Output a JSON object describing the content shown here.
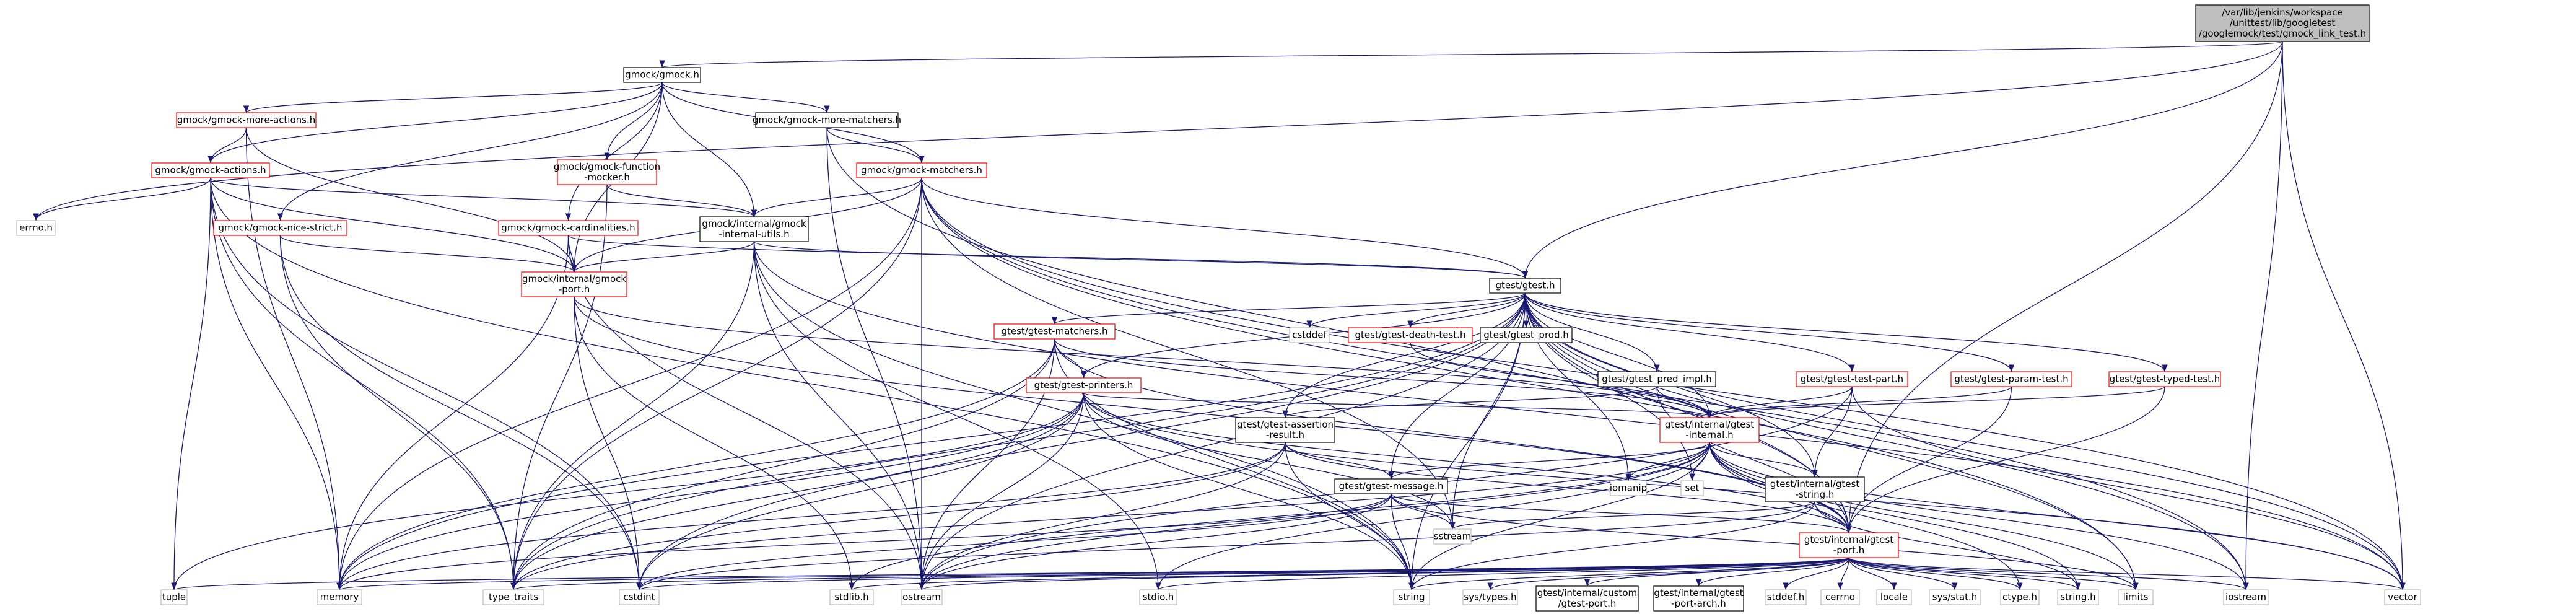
{
  "graph": {
    "colors": {
      "edge": "#191970",
      "node_border_default": "#000000",
      "node_border_red": "#ff0000",
      "root_fill": "#bfbfbf",
      "node_fill": "#ffffff"
    },
    "nodes": [
      {
        "id": "root",
        "lines": [
          "/var/lib/jenkins/workspace",
          "/unittest/lib/googletest",
          "/googlemock/test/gmock_link_test.h"
        ],
        "border": "root"
      },
      {
        "id": "gmock",
        "lines": [
          "gmock/gmock.h"
        ],
        "border": "black"
      },
      {
        "id": "more_actions",
        "lines": [
          "gmock/gmock-more-actions.h"
        ],
        "border": "red"
      },
      {
        "id": "more_matchers",
        "lines": [
          "gmock/gmock-more-matchers.h"
        ],
        "border": "black"
      },
      {
        "id": "actions",
        "lines": [
          "gmock/gmock-actions.h"
        ],
        "border": "red"
      },
      {
        "id": "func_mocker",
        "lines": [
          "gmock/gmock-function",
          "-mocker.h"
        ],
        "border": "red"
      },
      {
        "id": "matchers",
        "lines": [
          "gmock/gmock-matchers.h"
        ],
        "border": "red"
      },
      {
        "id": "nice_strict",
        "lines": [
          "gmock/gmock-nice-strict.h"
        ],
        "border": "red"
      },
      {
        "id": "cardinalities",
        "lines": [
          "gmock/gmock-cardinalities.h"
        ],
        "border": "red"
      },
      {
        "id": "internal_utils",
        "lines": [
          "gmock/internal/gmock",
          "-internal-utils.h"
        ],
        "border": "black"
      },
      {
        "id": "errno",
        "lines": [
          "errno.h"
        ],
        "border": "grey"
      },
      {
        "id": "gmock_port",
        "lines": [
          "gmock/internal/gmock",
          "-port.h"
        ],
        "border": "red"
      },
      {
        "id": "gtest",
        "lines": [
          "gtest/gtest.h"
        ],
        "border": "black"
      },
      {
        "id": "gtest_matchers",
        "lines": [
          "gtest/gtest-matchers.h"
        ],
        "border": "red"
      },
      {
        "id": "cstddef",
        "lines": [
          "cstddef"
        ],
        "border": "grey"
      },
      {
        "id": "death_test",
        "lines": [
          "gtest/gtest-death-test.h"
        ],
        "border": "red"
      },
      {
        "id": "gtest_prod",
        "lines": [
          "gtest/gtest_prod.h"
        ],
        "border": "black"
      },
      {
        "id": "printers",
        "lines": [
          "gtest/gtest-printers.h"
        ],
        "border": "red"
      },
      {
        "id": "pred_impl",
        "lines": [
          "gtest/gtest_pred_impl.h"
        ],
        "border": "black"
      },
      {
        "id": "test_part",
        "lines": [
          "gtest/gtest-test-part.h"
        ],
        "border": "red"
      },
      {
        "id": "param_test",
        "lines": [
          "gtest/gtest-param-test.h"
        ],
        "border": "red"
      },
      {
        "id": "typed_test",
        "lines": [
          "gtest/gtest-typed-test.h"
        ],
        "border": "red"
      },
      {
        "id": "assertion_result",
        "lines": [
          "gtest/gtest-assertion",
          "-result.h"
        ],
        "border": "black"
      },
      {
        "id": "gtest_internal",
        "lines": [
          "gtest/internal/gtest",
          "-internal.h"
        ],
        "border": "red"
      },
      {
        "id": "message",
        "lines": [
          "gtest/gtest-message.h"
        ],
        "border": "black"
      },
      {
        "id": "iomanip",
        "lines": [
          "iomanip"
        ],
        "border": "grey"
      },
      {
        "id": "set",
        "lines": [
          "set"
        ],
        "border": "grey"
      },
      {
        "id": "gtest_string",
        "lines": [
          "gtest/internal/gtest",
          "-string.h"
        ],
        "border": "black"
      },
      {
        "id": "sstream",
        "lines": [
          "sstream"
        ],
        "border": "grey"
      },
      {
        "id": "gtest_port",
        "lines": [
          "gtest/internal/gtest",
          "-port.h"
        ],
        "border": "red"
      },
      {
        "id": "tuple",
        "lines": [
          "tuple"
        ],
        "border": "grey"
      },
      {
        "id": "memory",
        "lines": [
          "memory"
        ],
        "border": "grey"
      },
      {
        "id": "type_traits",
        "lines": [
          "type_traits"
        ],
        "border": "grey"
      },
      {
        "id": "cstdint",
        "lines": [
          "cstdint"
        ],
        "border": "grey"
      },
      {
        "id": "stdlib",
        "lines": [
          "stdlib.h"
        ],
        "border": "grey"
      },
      {
        "id": "ostream",
        "lines": [
          "ostream"
        ],
        "border": "grey"
      },
      {
        "id": "string",
        "lines": [
          "string"
        ],
        "border": "grey"
      },
      {
        "id": "stdio",
        "lines": [
          "stdio.h"
        ],
        "border": "grey"
      },
      {
        "id": "sys_types",
        "lines": [
          "sys/types.h"
        ],
        "border": "grey"
      },
      {
        "id": "custom_port",
        "lines": [
          "gtest/internal/custom",
          "/gtest-port.h"
        ],
        "border": "black"
      },
      {
        "id": "port_arch",
        "lines": [
          "gtest/internal/gtest",
          "-port-arch.h"
        ],
        "border": "black"
      },
      {
        "id": "stddef",
        "lines": [
          "stddef.h"
        ],
        "border": "grey"
      },
      {
        "id": "cerrno",
        "lines": [
          "cerrno"
        ],
        "border": "grey"
      },
      {
        "id": "locale",
        "lines": [
          "locale"
        ],
        "border": "grey"
      },
      {
        "id": "sys_stat",
        "lines": [
          "sys/stat.h"
        ],
        "border": "grey"
      },
      {
        "id": "ctype",
        "lines": [
          "ctype.h"
        ],
        "border": "grey"
      },
      {
        "id": "string_h",
        "lines": [
          "string.h"
        ],
        "border": "grey"
      },
      {
        "id": "limits",
        "lines": [
          "limits"
        ],
        "border": "grey"
      },
      {
        "id": "iostream",
        "lines": [
          "iostream"
        ],
        "border": "grey"
      },
      {
        "id": "vector",
        "lines": [
          "vector"
        ],
        "border": "grey"
      }
    ],
    "edges": [
      [
        "root",
        "gmock"
      ],
      [
        "root",
        "errno"
      ],
      [
        "root",
        "gtest"
      ],
      [
        "root",
        "gtest_port"
      ],
      [
        "root",
        "iostream"
      ],
      [
        "root",
        "vector"
      ],
      [
        "gmock",
        "more_actions"
      ],
      [
        "gmock",
        "more_matchers"
      ],
      [
        "gmock",
        "actions"
      ],
      [
        "gmock",
        "func_mocker"
      ],
      [
        "gmock",
        "matchers"
      ],
      [
        "gmock",
        "nice_strict"
      ],
      [
        "gmock",
        "cardinalities"
      ],
      [
        "gmock",
        "internal_utils"
      ],
      [
        "gmock",
        "gmock_port"
      ],
      [
        "more_actions",
        "actions"
      ],
      [
        "more_actions",
        "gmock_port"
      ],
      [
        "more_actions",
        "memory"
      ],
      [
        "more_matchers",
        "matchers"
      ],
      [
        "more_matchers",
        "ostream"
      ],
      [
        "more_matchers",
        "gtest_port"
      ],
      [
        "actions",
        "errno"
      ],
      [
        "actions",
        "gmock_port"
      ],
      [
        "actions",
        "internal_utils"
      ],
      [
        "actions",
        "tuple"
      ],
      [
        "actions",
        "memory"
      ],
      [
        "actions",
        "type_traits"
      ],
      [
        "actions",
        "string"
      ],
      [
        "actions",
        "cstdint"
      ],
      [
        "func_mocker",
        "internal_utils"
      ],
      [
        "func_mocker",
        "type_traits"
      ],
      [
        "matchers",
        "internal_utils"
      ],
      [
        "matchers",
        "gmock_port"
      ],
      [
        "matchers",
        "gtest"
      ],
      [
        "matchers",
        "memory"
      ],
      [
        "matchers",
        "type_traits"
      ],
      [
        "matchers",
        "ostream"
      ],
      [
        "matchers",
        "sstream"
      ],
      [
        "matchers",
        "vector"
      ],
      [
        "matchers",
        "limits"
      ],
      [
        "matchers",
        "iostream"
      ],
      [
        "nice_strict",
        "gmock_port"
      ],
      [
        "nice_strict",
        "type_traits"
      ],
      [
        "nice_strict",
        "cstdint"
      ],
      [
        "cardinalities",
        "gmock_port"
      ],
      [
        "cardinalities",
        "gtest"
      ],
      [
        "cardinalities",
        "memory"
      ],
      [
        "cardinalities",
        "ostream"
      ],
      [
        "internal_utils",
        "gmock_port"
      ],
      [
        "internal_utils",
        "gtest"
      ],
      [
        "internal_utils",
        "ostream"
      ],
      [
        "internal_utils",
        "string"
      ],
      [
        "internal_utils",
        "type_traits"
      ],
      [
        "internal_utils",
        "stdio"
      ],
      [
        "internal_utils",
        "vector"
      ],
      [
        "gmock_port",
        "gtest_port"
      ],
      [
        "gmock_port",
        "cstdint"
      ],
      [
        "gmock_port",
        "stdlib"
      ],
      [
        "gmock_port",
        "gtest_internal"
      ],
      [
        "gtest",
        "gtest_matchers"
      ],
      [
        "gtest",
        "cstddef"
      ],
      [
        "gtest",
        "death_test"
      ],
      [
        "gtest",
        "gtest_prod"
      ],
      [
        "gtest",
        "printers"
      ],
      [
        "gtest",
        "pred_impl"
      ],
      [
        "gtest",
        "test_part"
      ],
      [
        "gtest",
        "param_test"
      ],
      [
        "gtest",
        "typed_test"
      ],
      [
        "gtest",
        "assertion_result"
      ],
      [
        "gtest",
        "gtest_internal"
      ],
      [
        "gtest",
        "message"
      ],
      [
        "gtest",
        "iomanip"
      ],
      [
        "gtest",
        "set"
      ],
      [
        "gtest",
        "gtest_string"
      ],
      [
        "gtest",
        "sstream"
      ],
      [
        "gtest",
        "gtest_port"
      ],
      [
        "gtest",
        "memory"
      ],
      [
        "gtest",
        "type_traits"
      ],
      [
        "gtest",
        "cstdint"
      ],
      [
        "gtest",
        "ostream"
      ],
      [
        "gtest",
        "string"
      ],
      [
        "gtest",
        "limits"
      ],
      [
        "gtest",
        "vector"
      ],
      [
        "gtest",
        "iostream"
      ],
      [
        "gtest_matchers",
        "printers"
      ],
      [
        "gtest_matchers",
        "gtest_internal"
      ],
      [
        "gtest_matchers",
        "gtest_port"
      ],
      [
        "gtest_matchers",
        "memory"
      ],
      [
        "gtest_matchers",
        "ostream"
      ],
      [
        "gtest_matchers",
        "string"
      ],
      [
        "gtest_matchers",
        "type_traits"
      ],
      [
        "death_test",
        "gtest_internal"
      ],
      [
        "printers",
        "gtest_internal"
      ],
      [
        "printers",
        "gtest_port"
      ],
      [
        "printers",
        "tuple"
      ],
      [
        "printers",
        "memory"
      ],
      [
        "printers",
        "type_traits"
      ],
      [
        "printers",
        "ostream"
      ],
      [
        "printers",
        "sstream"
      ],
      [
        "printers",
        "string"
      ],
      [
        "printers",
        "vector"
      ],
      [
        "printers",
        "cstdint"
      ],
      [
        "pred_impl",
        "assertion_result"
      ],
      [
        "pred_impl",
        "gtest_internal"
      ],
      [
        "pred_impl",
        "gtest_port"
      ],
      [
        "test_part",
        "gtest_internal"
      ],
      [
        "test_part",
        "gtest_string"
      ],
      [
        "test_part",
        "ostream"
      ],
      [
        "test_part",
        "vector"
      ],
      [
        "param_test",
        "gtest_internal"
      ],
      [
        "param_test",
        "gtest_port"
      ],
      [
        "typed_test",
        "gtest_internal"
      ],
      [
        "typed_test",
        "gtest_port"
      ],
      [
        "assertion_result",
        "message"
      ],
      [
        "assertion_result",
        "gtest_port"
      ],
      [
        "assertion_result",
        "memory"
      ],
      [
        "assertion_result",
        "ostream"
      ],
      [
        "assertion_result",
        "string"
      ],
      [
        "assertion_result",
        "type_traits"
      ],
      [
        "gtest_internal",
        "message"
      ],
      [
        "gtest_internal",
        "gtest_string"
      ],
      [
        "gtest_internal",
        "gtest_port"
      ],
      [
        "gtest_internal",
        "iomanip"
      ],
      [
        "gtest_internal",
        "set"
      ],
      [
        "gtest_internal",
        "ctype"
      ],
      [
        "gtest_internal",
        "string_h"
      ],
      [
        "gtest_internal",
        "limits"
      ],
      [
        "gtest_internal",
        "vector"
      ],
      [
        "gtest_internal",
        "stdio"
      ],
      [
        "gtest_internal",
        "stdlib"
      ],
      [
        "gtest_internal",
        "string"
      ],
      [
        "gtest_internal",
        "type_traits"
      ],
      [
        "gtest_internal",
        "iostream"
      ],
      [
        "gtest_internal",
        "ostream"
      ],
      [
        "message",
        "gtest_port"
      ],
      [
        "message",
        "sstream"
      ],
      [
        "message",
        "memory"
      ],
      [
        "message",
        "ostream"
      ],
      [
        "message",
        "string"
      ],
      [
        "message",
        "limits"
      ],
      [
        "message",
        "cstdint"
      ],
      [
        "gtest_string",
        "gtest_port"
      ],
      [
        "gtest_string",
        "string"
      ],
      [
        "gtest_string",
        "string_h"
      ],
      [
        "gtest_string",
        "cstdint"
      ],
      [
        "gtest_string",
        "sstream"
      ],
      [
        "gtest_port",
        "tuple"
      ],
      [
        "gtest_port",
        "memory"
      ],
      [
        "gtest_port",
        "type_traits"
      ],
      [
        "gtest_port",
        "cstdint"
      ],
      [
        "gtest_port",
        "stdlib"
      ],
      [
        "gtest_port",
        "ostream"
      ],
      [
        "gtest_port",
        "string"
      ],
      [
        "gtest_port",
        "stdio"
      ],
      [
        "gtest_port",
        "sys_types"
      ],
      [
        "gtest_port",
        "custom_port"
      ],
      [
        "gtest_port",
        "port_arch"
      ],
      [
        "gtest_port",
        "stddef"
      ],
      [
        "gtest_port",
        "cerrno"
      ],
      [
        "gtest_port",
        "locale"
      ],
      [
        "gtest_port",
        "sys_stat"
      ],
      [
        "gtest_port",
        "ctype"
      ],
      [
        "gtest_port",
        "string_h"
      ],
      [
        "gtest_port",
        "limits"
      ],
      [
        "gtest_port",
        "iostream"
      ],
      [
        "gtest_port",
        "vector"
      ]
    ]
  }
}
